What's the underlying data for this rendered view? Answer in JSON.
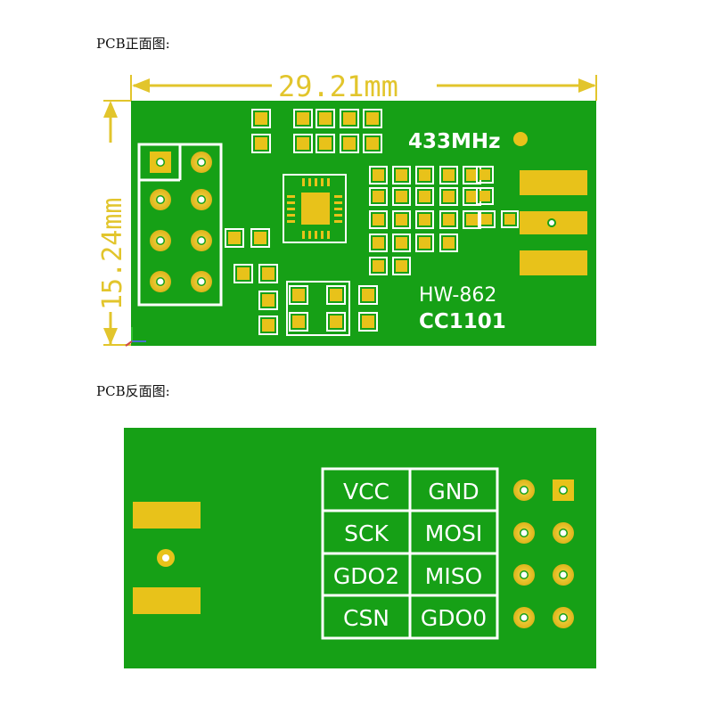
{
  "captions": {
    "front": "PCB正面图:",
    "back": "PCB反面图:"
  },
  "front": {
    "width_dim": "29.21mm",
    "height_dim": "15.24mm",
    "freq_label": "433MHz",
    "model_label": "HW-862",
    "chip_label": "CC1101"
  },
  "back": {
    "pin_labels": [
      [
        "VCC",
        "GND"
      ],
      [
        "SCK",
        "MOSI"
      ],
      [
        "GDO2",
        "MISO"
      ],
      [
        "CSN",
        "GDO0"
      ]
    ]
  },
  "colors": {
    "board": "#16a016",
    "pad_gold": "#e8c21a",
    "silkscreen": "#ffffff",
    "dimension": "#e2c52c"
  },
  "icons": [
    "axis-triad-icon"
  ]
}
